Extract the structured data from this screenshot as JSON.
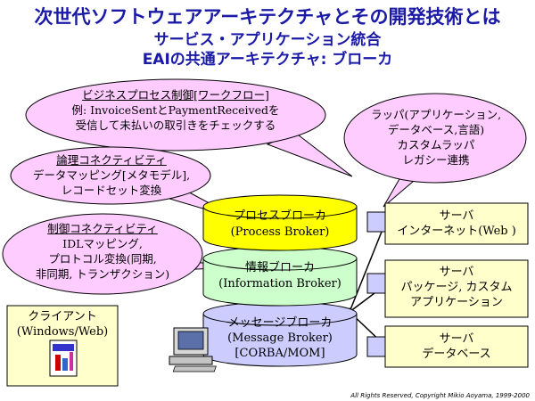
{
  "header": {
    "title": "次世代ソフトウェアアーキテクチャとその開発技術とは",
    "subtitle1": "サービス・アプリケーション統合",
    "subtitle2": "EAIの共通アーキテクチャ: ブローカ"
  },
  "callouts": {
    "workflow": {
      "heading": "ビジネスプロセス制御[ワークフロー]",
      "line1": "例: InvoiceSentとPaymentReceivedを",
      "line2": "受信して未払いの取引きをチェックする"
    },
    "logical": {
      "heading": "論理コネクティビティ",
      "line1": "データマッピング[メタモデル],",
      "line2": "レコードセット変換"
    },
    "control": {
      "heading": "制御コネクティビティ",
      "line1": "IDLマッピング,",
      "line2": "プロトコル変換(同期,",
      "line3": "非同期, トランザクション)"
    },
    "wrapper": {
      "line1": "ラッパ(アプリケーション,",
      "line2": "データベース,言語)",
      "line3": "カスタムラッパ",
      "line4": "レガシー連携"
    }
  },
  "layers": {
    "process": {
      "line1": "プロセスブローカ",
      "line2": "(Process  Broker)"
    },
    "info": {
      "line1": "情報ブローカ",
      "line2": "(Information Broker)"
    },
    "message": {
      "line1": "メッセージブローカ",
      "line2": "(Message Broker)",
      "line3": "[CORBA/MOM]"
    }
  },
  "client": {
    "line1": "クライアント",
    "line2": "(Windows/Web)"
  },
  "servers": [
    {
      "line1": "サーバ",
      "line2": "インターネット(Web )"
    },
    {
      "line1": "サーバ",
      "line2": "パッケージ, カスタム",
      "line3": "アプリケーション"
    },
    {
      "line1": "サーバ",
      "line2": "データベース"
    }
  ],
  "footer": "All Rights Reserved, Copyright  Mikio Aoyama, 1999-2000",
  "colors": {
    "title": "#1a1aa6",
    "callout": "#ffccff",
    "process_layer": "#ffff00",
    "info_layer": "#ccffcc",
    "message_layer": "#ccccff",
    "box_fill": "#ffffcc",
    "server_tab": "#ccccff"
  }
}
